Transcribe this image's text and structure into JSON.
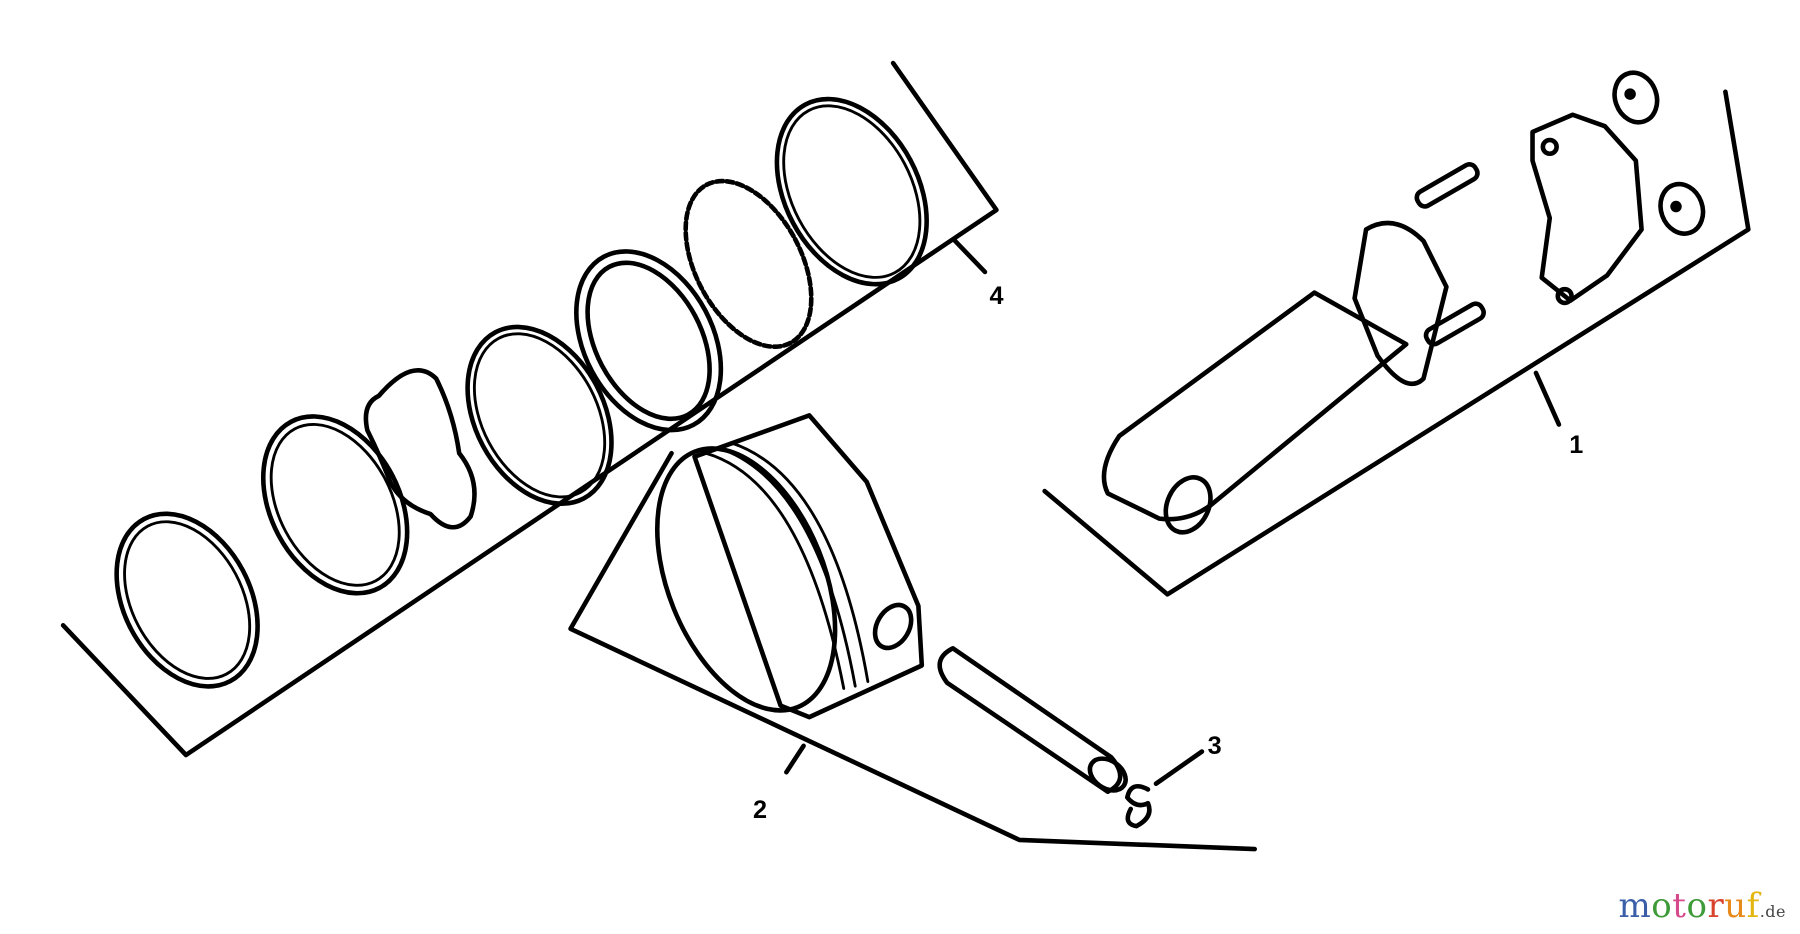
{
  "diagram": {
    "type": "exploded-parts-diagram",
    "subject": "piston, piston rings and connecting rod assembly",
    "callouts": [
      {
        "number": "1",
        "part": "connecting-rod-assembly"
      },
      {
        "number": "2",
        "part": "piston"
      },
      {
        "number": "3",
        "part": "retaining-ring"
      },
      {
        "number": "4",
        "part": "piston-ring-set"
      }
    ]
  },
  "watermark": {
    "letters": [
      {
        "ch": "m",
        "color": "#3a5fa8"
      },
      {
        "ch": "o",
        "color": "#3f9a3a"
      },
      {
        "ch": "t",
        "color": "#d64a8c"
      },
      {
        "ch": "o",
        "color": "#3f9a3a"
      },
      {
        "ch": "r",
        "color": "#d9432c"
      },
      {
        "ch": "u",
        "color": "#e78a1a"
      },
      {
        "ch": "f",
        "color": "#e3b50f"
      }
    ],
    "suffix": ".de"
  }
}
